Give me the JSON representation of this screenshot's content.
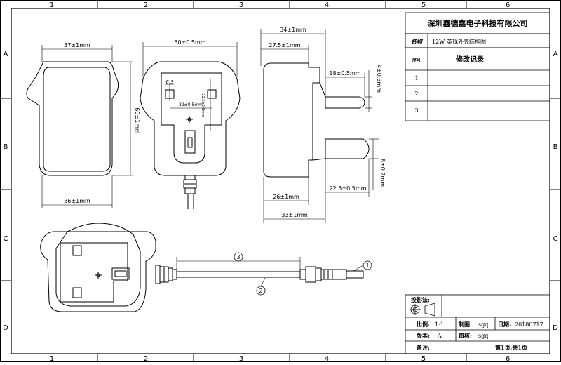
{
  "frame": {
    "columns": [
      "1",
      "2",
      "3",
      "4",
      "5",
      "6"
    ],
    "rows": [
      "A",
      "B",
      "C",
      "D"
    ]
  },
  "title_block": {
    "company": "深圳鑫德嘉电子科技有限公司",
    "name_label": "名称",
    "name_value": "12W 英规外壳结构图",
    "seq_label": "序号",
    "revision_label": "修改记录",
    "revision_rows": [
      "1",
      "2",
      "3"
    ],
    "projection_label": "投影法:",
    "scale_label": "比例:",
    "scale_value": "1:1",
    "drawn_label": "制图:",
    "drawn_value": "sgq",
    "date_label": "日期:",
    "date_value": "20180717",
    "version_label": "版本:",
    "version_value": "A",
    "reviewed_label": "审核:",
    "reviewed_value": "sgq",
    "notes_label": "备注:",
    "page_label": "第1页,共1页"
  },
  "dimensions": {
    "front_top_width": "37±1mm",
    "front_bottom_width": "36±1mm",
    "front_height": "60±1mm",
    "back_width": "50±0.5mm",
    "pin_spacing": "32±0.5mm",
    "pin_offset": "6.3",
    "pin_vertical": "22.5±0.5mm",
    "side_total": "34±1mm",
    "side_body": "27.5±1mm",
    "pin_length": "18±0.5mm",
    "pin_thickness": "4±0.3mm",
    "earth_pin_thickness": "8±0.2mm",
    "side_bottom": "26±1mm",
    "earth_pin_height": "22.5±0.5mm",
    "side_depth": "33±1mm"
  },
  "callouts": {
    "dc_plug": "1",
    "cable": "2",
    "cable_length": "3"
  }
}
